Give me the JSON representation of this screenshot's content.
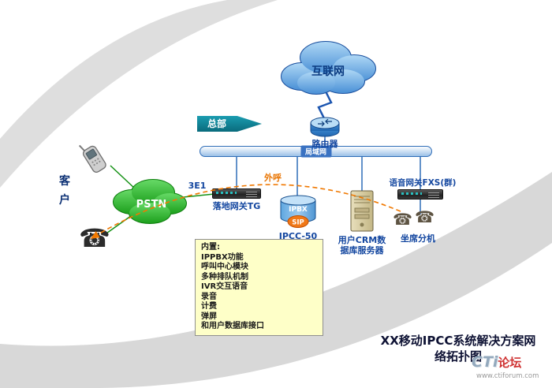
{
  "nodes": {
    "internet": {
      "label": "互联网"
    },
    "hq": {
      "label": "总部"
    },
    "router": {
      "label": "路由器"
    },
    "lan": {
      "label": "局域网"
    },
    "pstn": {
      "label": "PSTN"
    },
    "customer": {
      "label": "客户"
    },
    "tg_gateway": {
      "label": "落地网关TG"
    },
    "ipbx": {
      "device_label": "IPBX",
      "sip_label": "SIP",
      "name": "IPCC-50"
    },
    "crm_server": {
      "label_line1": "用户CRM数",
      "label_line2": "据库服务器"
    },
    "fxs_gateway": {
      "label": "语音网关FXS(群)"
    },
    "agents": {
      "label": "坐席分机"
    }
  },
  "links": {
    "e1_label": "3E1",
    "outbound_label": "外呼"
  },
  "note_box": {
    "header": "内置:",
    "items": [
      "IPPBX功能",
      "呼叫中心模块",
      "多种排队机制",
      "IVR交互语音",
      "录音",
      "计费",
      "弹屏",
      "和用户数据库接口"
    ]
  },
  "footer": {
    "title_line1": "XX移动IPCC系统解决方案网",
    "title_line2": "络拓扑图",
    "logo_cti": "CTi",
    "logo_forum": "论坛",
    "logo_url": "www.ctiforum.com"
  },
  "colors": {
    "internet_cloud": "#4a90d6",
    "pstn_cloud": "#1da01d",
    "hq_banner": "#0d7b8c",
    "lan_line": "#2f6db8",
    "pstn_line": "#149114",
    "outbound_arc": "#f07800",
    "note_bg": "#feffc8",
    "label_blue": "#1447a0",
    "logo_red": "#cf3333"
  }
}
